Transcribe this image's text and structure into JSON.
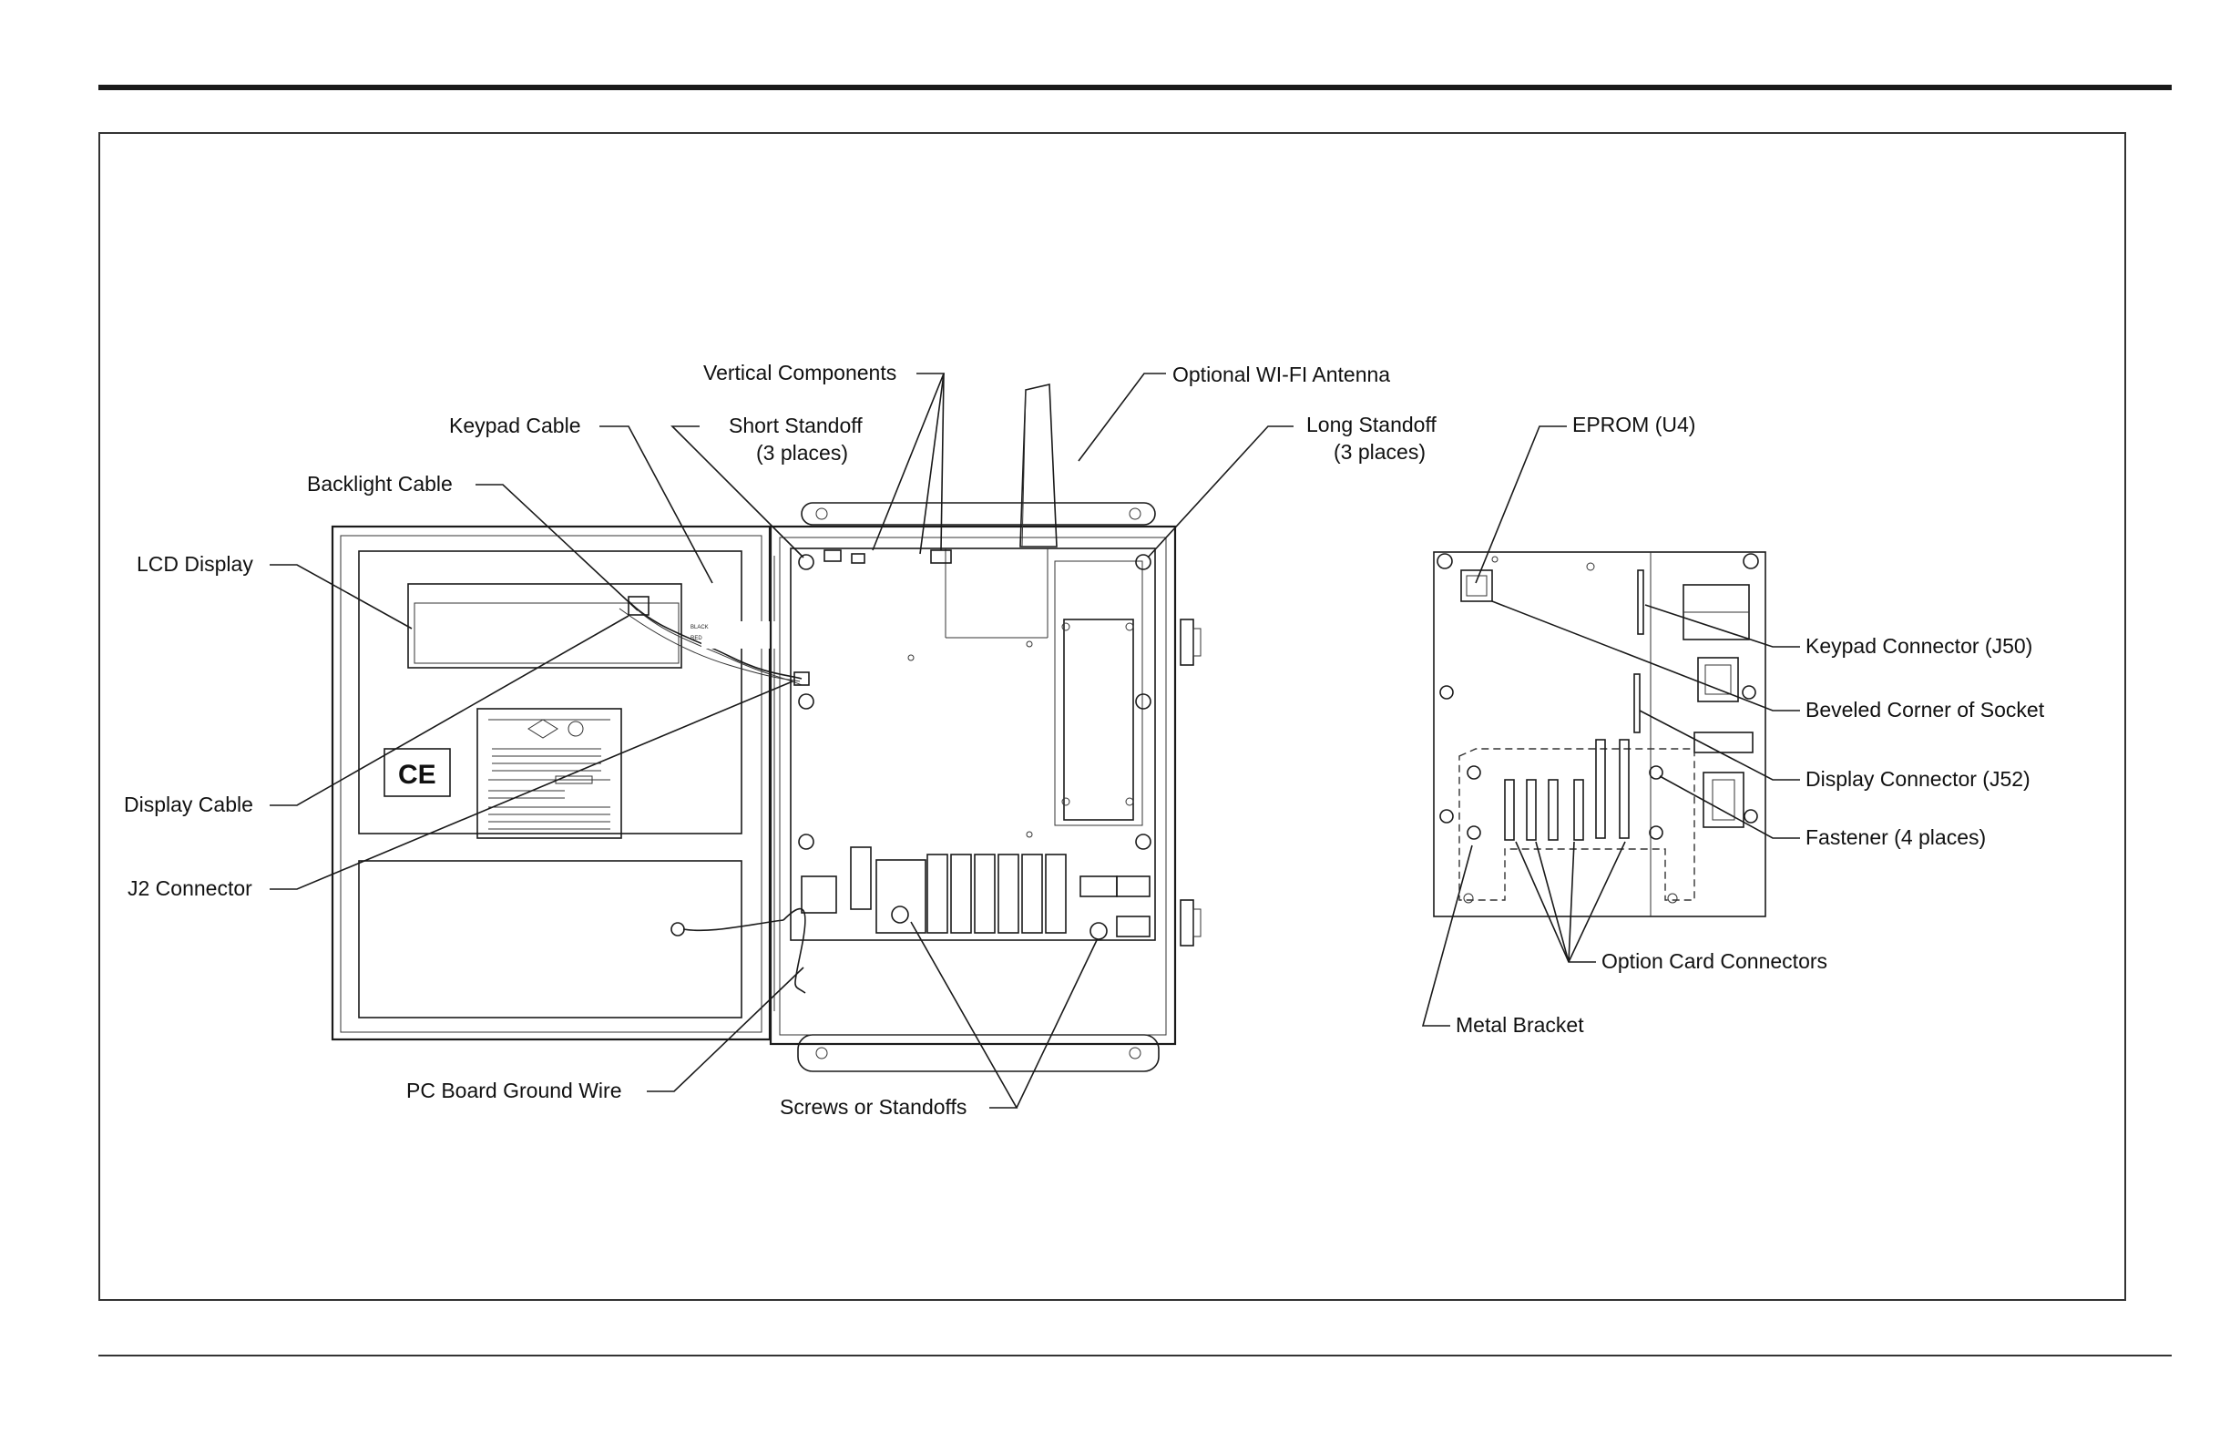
{
  "callouts": {
    "vertical_components": "Vertical Components",
    "optional_wifi_antenna": "Optional WI-FI Antenna",
    "keypad_cable": "Keypad Cable",
    "short_standoff": "Short Standoff",
    "short_standoff_places": "(3 places)",
    "long_standoff": "Long Standoff",
    "long_standoff_places": "(3 places)",
    "backlight_cable": "Backlight Cable",
    "lcd_display": "LCD Display",
    "display_cable": "Display Cable",
    "j2_connector": "J2 Connector",
    "pc_board_ground_wire": "PC Board Ground Wire",
    "screws_or_standoffs": "Screws or Standoffs",
    "eprom": "EPROM (U4)",
    "keypad_connector": "Keypad Connector (J50)",
    "beveled_corner": "Beveled Corner of Socket",
    "display_connector": "Display Connector (J52)",
    "fastener": "Fastener (4 places)",
    "option_card_connectors": "Option Card Connectors",
    "metal_bracket": "Metal Bracket"
  },
  "wire_labels": {
    "black": "BLACK",
    "red": "RED"
  },
  "ce_mark": "CE"
}
